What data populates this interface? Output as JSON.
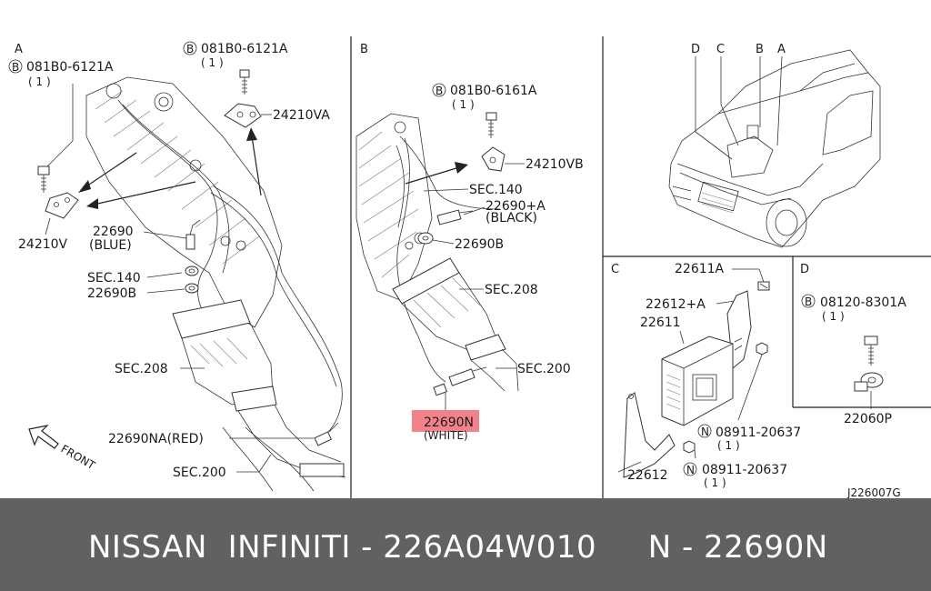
{
  "panels": {
    "a": {
      "letter": "A",
      "bolt_a": {
        "circle": "B",
        "code": "081B0-6121A",
        "qty": "( 1 )"
      },
      "bolt_b": {
        "circle": "B",
        "code": "081B0-6121A",
        "qty": "( 1 )"
      },
      "bracket_va": "24210VA",
      "bracket_v": "24210V",
      "sensor_blue": {
        "code": "22690",
        "color": "(BLUE)"
      },
      "sec140": "SEC.140",
      "gasket_b": "22690B",
      "sec208": "SEC.208",
      "sensor_red": "22690NA(RED)",
      "sec200": "SEC.200",
      "front": "FRONT"
    },
    "b": {
      "letter": "B",
      "bolt": {
        "circle": "B",
        "code": "081B0-6161A",
        "qty": "( 1 )"
      },
      "bracket_vb": "24210VB",
      "sec140": "SEC.140",
      "sensor_black": {
        "code": "22690+A",
        "color": "(BLACK)"
      },
      "gasket_b": "22690B",
      "sec208": "SEC.208",
      "sec200": "SEC.200",
      "sensor_white": {
        "code": "22690N",
        "color": "(WHITE)"
      }
    },
    "overview": {
      "labels": [
        "D",
        "C",
        "B",
        "A"
      ]
    },
    "c": {
      "letter": "C",
      "bolt_top": "22611A",
      "bracket_top": "22612+A",
      "ecm": "22611",
      "bracket_bottom": "22612",
      "nut_1": {
        "circle": "N",
        "code": "08911-20637",
        "qty": "( 1 )"
      },
      "nut_2": {
        "circle": "N",
        "code": "08911-20637",
        "qty": "( 1 )"
      }
    },
    "d": {
      "letter": "D",
      "bolt": {
        "circle": "B",
        "code": "08120-8301A",
        "qty": "( 1 )"
      },
      "sensor": "22060P"
    }
  },
  "drawing_number": "J226007G",
  "highlight_color": "#f2828a",
  "caption": {
    "text": "NISSAN  INFINITI - 226A04W010     N - 22690N",
    "bar_color": "#616161",
    "text_color": "#ffffff"
  }
}
